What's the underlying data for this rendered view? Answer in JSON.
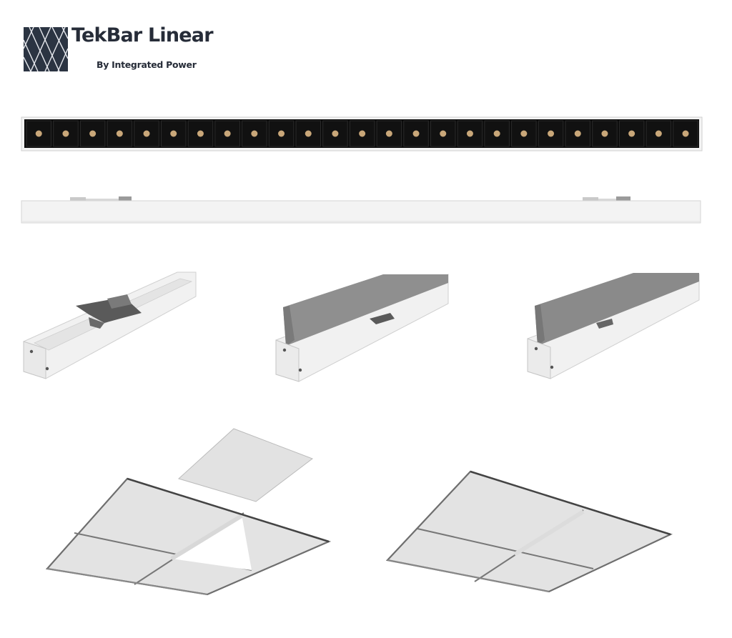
{
  "brand": {
    "title": "TekBar Linear",
    "subtitle": "By Integrated Power",
    "logo_icon": "diamond-lattice-logo-icon",
    "logo_color": "#2b3442"
  },
  "product": {
    "led_count": 25,
    "views": [
      "front-view-led-strip",
      "side-view-bar",
      "mounting-clip-detail",
      "baffle-detail-left",
      "baffle-detail-right",
      "ceiling-grid-with-tile-removed",
      "ceiling-grid-installed"
    ]
  },
  "colors": {
    "ink": "#262c38",
    "housing": "#f2f2f2",
    "led_cell": "#111111",
    "led_chip": "#c9a779"
  }
}
